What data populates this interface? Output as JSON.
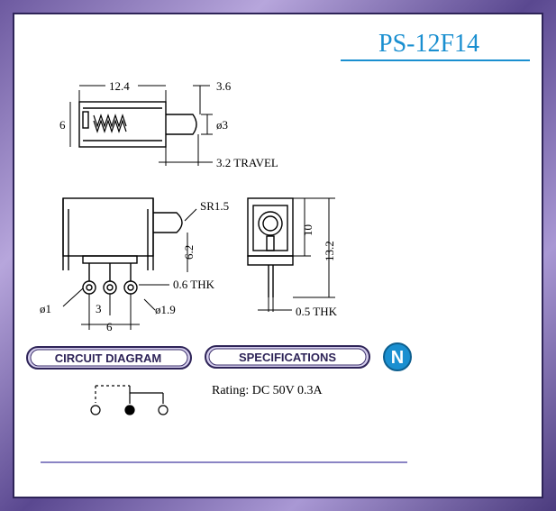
{
  "title": "PS-12F14",
  "dimensions": {
    "d_12_4": "12.4",
    "d_3_6": "3.6",
    "d_6_side": "6",
    "d_phi3": "ø3",
    "d_travel": "3.2 TRAVEL",
    "d_sr": "SR1.5",
    "d_6_2": "6.2",
    "d_10": "10",
    "d_13_2": "13.2",
    "d_06thk": "0.6 THK",
    "d_phi1": "ø1",
    "d_3": "3",
    "d_phi19": "ø1.9",
    "d_6_bottom": "6",
    "d_05thk": "0.5 THK"
  },
  "badges": {
    "circuit": "CIRCUIT DIAGRAM",
    "specs": "SPECIFICATIONS",
    "n_logo": "N"
  },
  "specs": {
    "rating": "Rating: DC 50V 0.3A"
  },
  "colors": {
    "title": "#1a8fd0",
    "title_rule": "#1a8fd0",
    "pill_fill": "#ffffff",
    "pill_border": "#3b2f6b",
    "footer_rule": "#8a84c4"
  }
}
